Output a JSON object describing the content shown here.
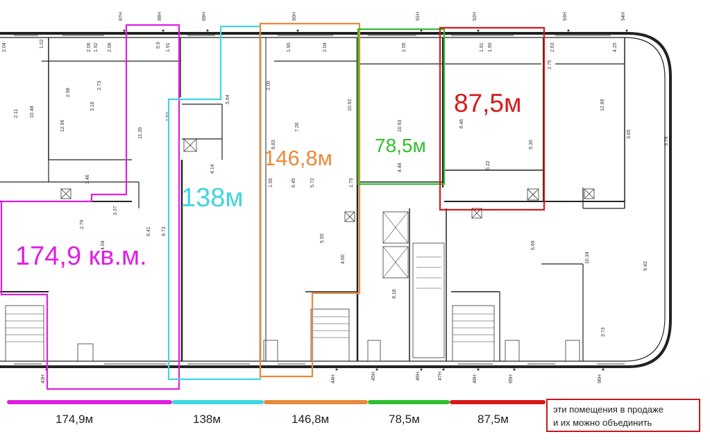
{
  "units": [
    {
      "id": "magenta",
      "area_label": "174,9 кв.м.",
      "legend_label": "174,9м",
      "color": "#e01ee0"
    },
    {
      "id": "cyan",
      "area_label": "138м",
      "legend_label": "138м",
      "color": "#3fd6e0"
    },
    {
      "id": "orange",
      "area_label": "146,8м",
      "legend_label": "146,8м",
      "color": "#e88a3a"
    },
    {
      "id": "green",
      "area_label": "78,5м",
      "legend_label": "78,5м",
      "color": "#2fbf2f"
    },
    {
      "id": "red",
      "area_label": "87,5м",
      "legend_label": "87,5м",
      "color": "#d81818"
    }
  ],
  "note": {
    "line1": "эти помещения в продаже",
    "line2": "и их можно объединить",
    "border_color": "#c0181e"
  },
  "axis_labels": [
    "87Н",
    "88Н",
    "89Н",
    "90Н",
    "91Н",
    "92Н",
    "93Н",
    "94Н",
    "43Н",
    "44Н",
    "45Н",
    "46Н",
    "47Н",
    "48Н",
    "95Н",
    "96Н"
  ],
  "dimensions": {
    "widths": [
      "2.04",
      "1.02",
      "2.06",
      "1.92",
      "2.06",
      "5.9",
      "1.91",
      "1.90",
      "2.04",
      "2.05",
      "1.91",
      "1.90",
      "4.20",
      "2.63",
      "2.75"
    ],
    "depths": [
      "10.48",
      "12.96",
      "11.39",
      "7.52",
      "5.64",
      "10.92",
      "8.83",
      "8.46",
      "5.30",
      "12.89",
      "9.78",
      "3.65",
      "10.93",
      "7.26",
      "8.73",
      "5.50",
      "4.60",
      "6.69",
      "10.34",
      "9.43"
    ],
    "room_areas": [
      "2.11",
      "2.98",
      "3.16",
      "2.73",
      "2.79",
      "3.46",
      "4.14",
      "6.45",
      "4.48",
      "6.41",
      "3.37",
      "4.04",
      "1.55",
      "1.79",
      "2.00",
      "5.72",
      "6.22",
      "8.18",
      "3.73"
    ]
  }
}
